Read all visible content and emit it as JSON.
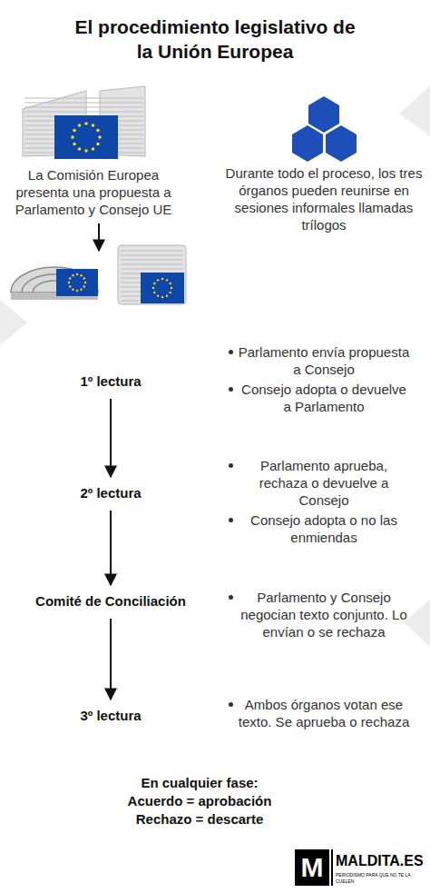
{
  "diagram": {
    "title": "El procedimiento legislativo de la Unión Europea",
    "nodes": [
      {
        "text": [
          "1º lectura"
        ]
      },
      {
        "text": [
          "2º lectura"
        ]
      },
      {
        "text": [
          "Comité de Conciliación"
        ]
      },
      {
        "text": [
          "3º lectura"
        ]
      }
    ],
    "edges": [
      {
        "from": 0,
        "to": 1,
        "arrow": "to"
      },
      {
        "from": 1,
        "to": 2,
        "arrow": "to"
      },
      {
        "from": 2,
        "to": 3,
        "arrow": "to"
      }
    ],
    "labels": [
      "La Comisión Europea presenta una propuesta a Parlamento y Consejo UE",
      "Durante todo el proceso, los tres órganos pueden reunirse en sesiones informales llamadas trílogos",
      "Parlamento envía propuesta a Consejo",
      "Consejo adopta o devuelve a Parlamento",
      "Parlamento aprueba, rechaza o devuelve a Consejo",
      "Consejo adopta o no las enmiendas",
      "Parlamento y Consejo negocian texto conjunto. Lo envían o se rechaza",
      "Ambos órganos votan ese texto. Se aprueba o rechaza",
      "En cualquier fase:",
      "Acuerdo = aprobación",
      "Rechazo = descarte",
      "M",
      "MALDITA.ES",
      "PERIODISMO PARA QUE NO TE LA CUELEN"
    ]
  }
}
